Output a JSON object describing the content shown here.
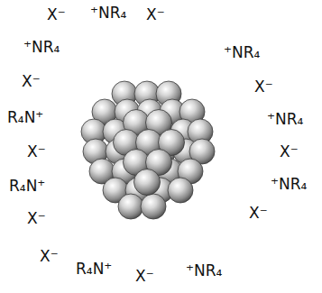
{
  "diagram": {
    "labels": [
      "X⁻",
      "⁺NR₄",
      "X⁻",
      "⁺NR₄",
      "⁺NR₄",
      "X⁻",
      "X⁻",
      "R₄N⁺",
      "⁺NR₄",
      "X⁻",
      "X⁻",
      "R₄N⁺",
      "⁺NR₄",
      "X⁻",
      "X⁻",
      "X⁻",
      "R₄N⁺",
      "X⁻",
      "⁺NR₄"
    ]
  }
}
